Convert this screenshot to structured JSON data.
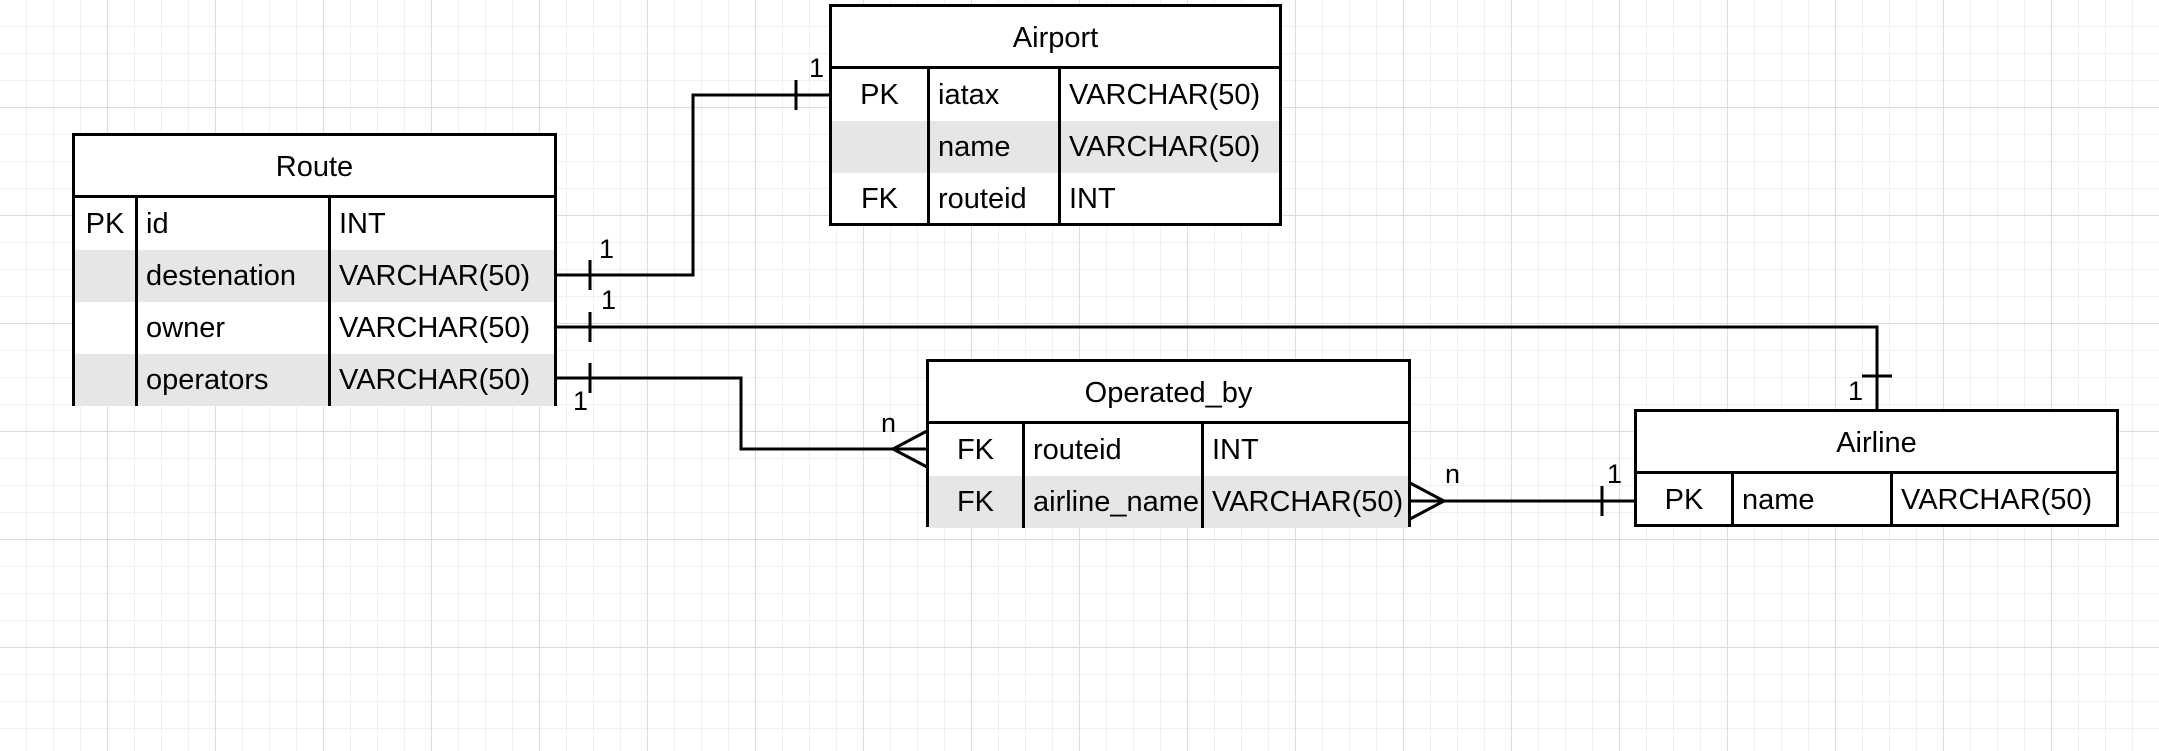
{
  "entities": {
    "route": {
      "title": "Route",
      "rows": [
        {
          "key": "PK",
          "field": "id",
          "type": "INT"
        },
        {
          "key": "",
          "field": "destenation",
          "type": "VARCHAR(50)"
        },
        {
          "key": "",
          "field": "owner",
          "type": "VARCHAR(50)"
        },
        {
          "key": "",
          "field": "operators",
          "type": "VARCHAR(50)"
        }
      ]
    },
    "airport": {
      "title": "Airport",
      "rows": [
        {
          "key": "PK",
          "field": "iatax",
          "type": "VARCHAR(50)"
        },
        {
          "key": "",
          "field": "name",
          "type": "VARCHAR(50)"
        },
        {
          "key": "FK",
          "field": "routeid",
          "type": "INT"
        }
      ]
    },
    "operated_by": {
      "title": "Operated_by",
      "rows": [
        {
          "key": "FK",
          "field": "routeid",
          "type": "INT"
        },
        {
          "key": "FK",
          "field": "airline_name",
          "type": "VARCHAR(50)"
        }
      ]
    },
    "airline": {
      "title": "Airline",
      "rows": [
        {
          "key": "PK",
          "field": "name",
          "type": "VARCHAR(50)"
        }
      ]
    }
  },
  "relationships": {
    "route_airport": {
      "from_cardinality": "1",
      "to_cardinality": "1"
    },
    "route_airline": {
      "from_cardinality": "1",
      "to_cardinality": "1"
    },
    "route_operated_by": {
      "from_cardinality": "1",
      "to_cardinality": "n"
    },
    "operated_by_airline": {
      "from_cardinality": "n",
      "to_cardinality": "1"
    }
  }
}
